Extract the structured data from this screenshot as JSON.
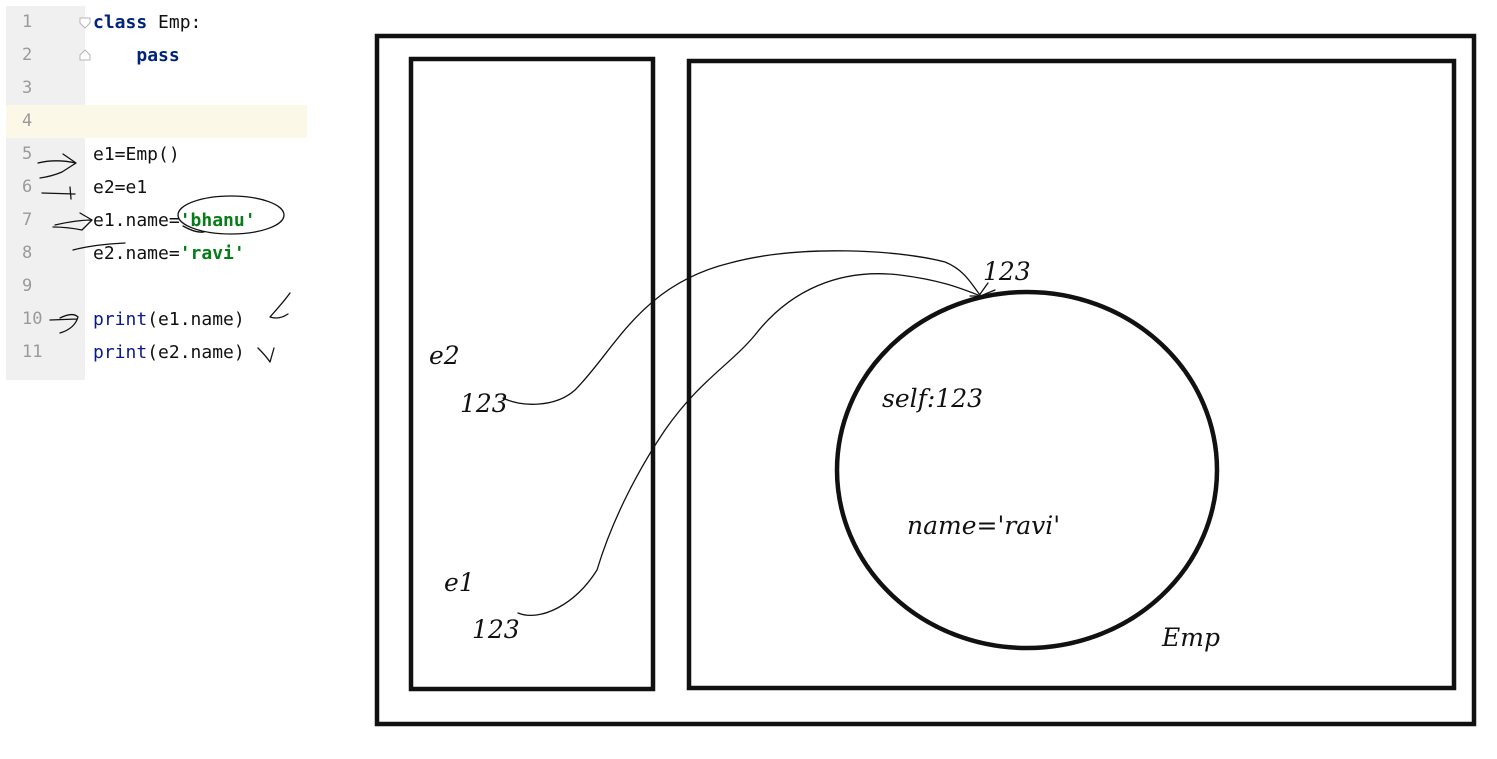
{
  "editor": {
    "lines": [
      {
        "num": "1",
        "tokens": [
          {
            "t": "class",
            "c": "kw"
          },
          {
            "t": " Emp:",
            "c": ""
          }
        ]
      },
      {
        "num": "2",
        "tokens": [
          {
            "t": "    ",
            "c": ""
          },
          {
            "t": "pass",
            "c": "kw"
          }
        ]
      },
      {
        "num": "3",
        "tokens": []
      },
      {
        "num": "4",
        "tokens": [],
        "current": true
      },
      {
        "num": "5",
        "tokens": [
          {
            "t": "e1=Emp()",
            "c": ""
          }
        ]
      },
      {
        "num": "6",
        "tokens": [
          {
            "t": "e2=e1",
            "c": ""
          }
        ]
      },
      {
        "num": "7",
        "tokens": [
          {
            "t": "e1.name=",
            "c": ""
          },
          {
            "t": "'bhanu'",
            "c": "str"
          }
        ]
      },
      {
        "num": "8",
        "tokens": [
          {
            "t": "e2.name=",
            "c": ""
          },
          {
            "t": "'ravi'",
            "c": "str"
          }
        ]
      },
      {
        "num": "9",
        "tokens": []
      },
      {
        "num": "10",
        "tokens": [
          {
            "t": "print",
            "c": "fn"
          },
          {
            "t": "(e1.name)",
            "c": ""
          }
        ]
      },
      {
        "num": "11",
        "tokens": [
          {
            "t": "print",
            "c": "fn"
          },
          {
            "t": "(e2.name)",
            "c": ""
          }
        ]
      }
    ]
  },
  "diagram": {
    "stack": {
      "e2_label": "e2",
      "e2_ref": "123",
      "e1_label": "e1",
      "e1_ref": "123"
    },
    "heap": {
      "object_address": "123",
      "self_label": "self:123",
      "attribute": "name='ravi'",
      "class_label": "Emp"
    }
  }
}
